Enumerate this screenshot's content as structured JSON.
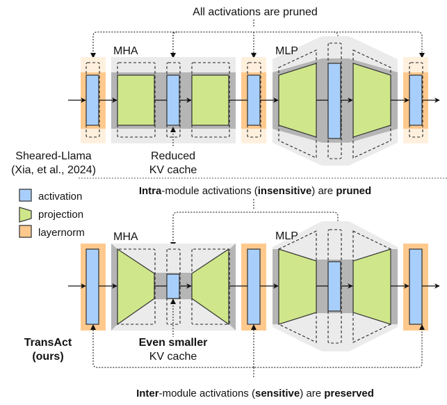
{
  "colors": {
    "activation": "#a8cffb",
    "projection": "#cfe78a",
    "layernorm": "#ffc98e",
    "layernorm_light": "#fff0de",
    "module_light": "#ebebeb",
    "module_dark": "#b5b5b5",
    "stroke": "#3a3a3a"
  },
  "top": {
    "caption": "All activations are pruned",
    "mha_label": "MHA",
    "mlp_label": "MLP",
    "method_line1": "Sheared-Llama",
    "method_line2": "(Xia, et al., 2024)",
    "kv_line1": "Reduced",
    "kv_line2": "KV cache"
  },
  "middle_caption": {
    "part1_bold": "Intra",
    "part2": "-module activations (",
    "part3_bold": "insensitive",
    "part4": ") are ",
    "part5_bold": "pruned"
  },
  "legend": [
    {
      "icon": "activation-swatch",
      "label": "activation"
    },
    {
      "icon": "projection-swatch",
      "label": "projection"
    },
    {
      "icon": "layernorm-swatch",
      "label": "layernorm"
    }
  ],
  "bottom": {
    "mha_label": "MHA",
    "mlp_label": "MLP",
    "method_line1": "TransAct",
    "method_line2": "(ours)",
    "kv_line1": "Even smaller",
    "kv_line2": "KV cache"
  },
  "bottom_caption": {
    "part1_bold": "Inter",
    "part2": "-module activations (",
    "part3_bold": "sensitive",
    "part4": ") are ",
    "part5_bold": "preserved"
  }
}
